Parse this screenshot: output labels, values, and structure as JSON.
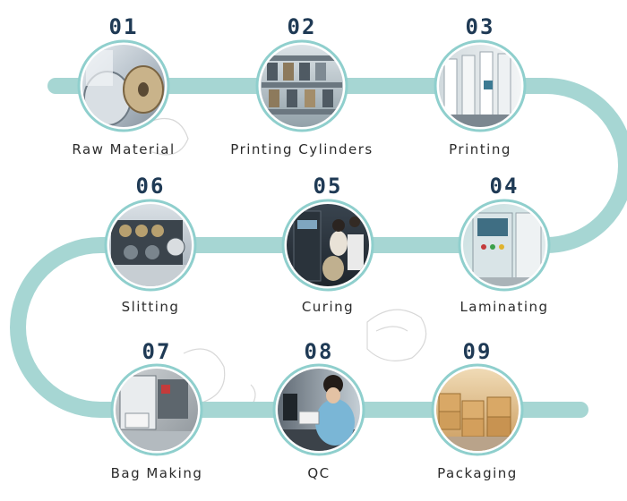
{
  "colors": {
    "track": "#a6d6d3",
    "ring": "#8fcfcd",
    "number": "#1f3a55",
    "label": "#2b2b2b"
  },
  "steps": [
    {
      "number": "01",
      "label": "Raw Material",
      "photo": "raw-material-rolls-photo"
    },
    {
      "number": "02",
      "label": "Printing Cylinders",
      "photo": "printing-cylinders-rack-photo"
    },
    {
      "number": "03",
      "label": "Printing",
      "photo": "printing-press-photo"
    },
    {
      "number": "04",
      "label": "Laminating",
      "photo": "laminating-machine-photo"
    },
    {
      "number": "05",
      "label": "Curing",
      "photo": "curing-room-photo"
    },
    {
      "number": "06",
      "label": "Slitting",
      "photo": "slitting-machine-photo"
    },
    {
      "number": "07",
      "label": "Bag Making",
      "photo": "bag-making-machine-photo"
    },
    {
      "number": "08",
      "label": "QC",
      "photo": "quality-control-photo"
    },
    {
      "number": "09",
      "label": "Packaging",
      "photo": "packaging-cartons-photo"
    }
  ]
}
